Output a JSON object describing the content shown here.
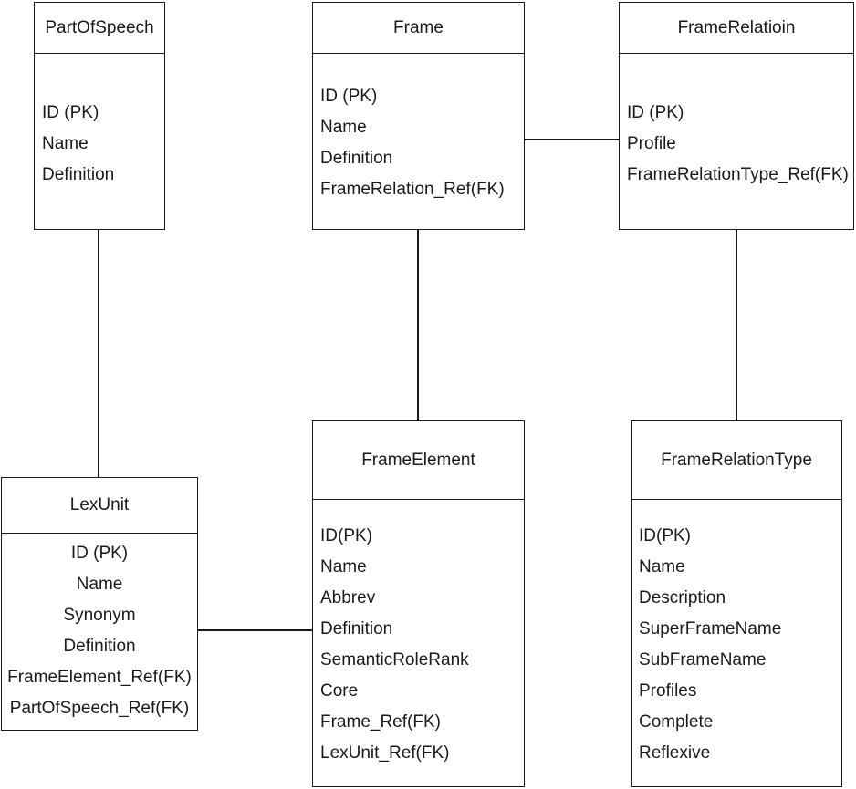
{
  "entities": {
    "part_of_speech": {
      "title": "PartOfSpeech",
      "fields": [
        "ID (PK)",
        "Name",
        "Definition"
      ]
    },
    "frame": {
      "title": "Frame",
      "fields": [
        "ID (PK)",
        "Name",
        "Definition",
        "FrameRelation_Ref(FK)"
      ]
    },
    "frame_relation": {
      "title": "FrameRelatioin",
      "fields": [
        "ID (PK)",
        "Profile",
        "FrameRelationType_Ref(FK)"
      ]
    },
    "lex_unit": {
      "title": "LexUnit",
      "fields": [
        "ID (PK)",
        "Name",
        "Synonym",
        "Definition",
        "FrameElement_Ref(FK)",
        "PartOfSpeech_Ref(FK)"
      ]
    },
    "frame_element": {
      "title": "FrameElement",
      "fields": [
        "ID(PK)",
        "Name",
        "Abbrev",
        "Definition",
        "SemanticRoleRank",
        "Core",
        "Frame_Ref(FK)",
        "LexUnit_Ref(FK)"
      ]
    },
    "frame_relation_type": {
      "title": "FrameRelationType",
      "fields": [
        "ID(PK)",
        "Name",
        "Description",
        "SuperFrameName",
        "SubFrameName",
        "Profiles",
        "Complete",
        "Reflexive"
      ]
    }
  },
  "colors": {
    "line": "#1a1a1a",
    "background": "#ffffff"
  }
}
